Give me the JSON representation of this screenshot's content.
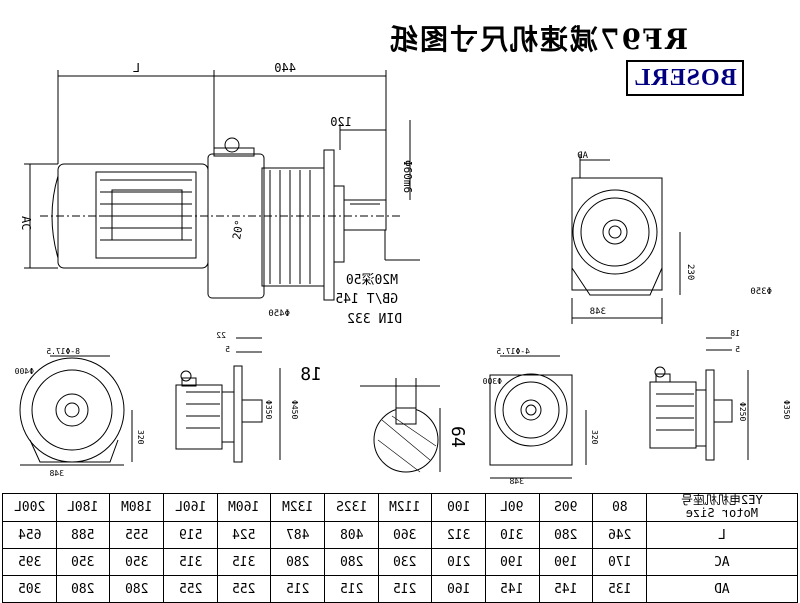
{
  "title": "RF97减速机尺寸图纸",
  "brand": "BOSERL",
  "dims": {
    "L": "L",
    "d440": "440",
    "d120": "120",
    "d60m6": "Φ60m6",
    "AC": "AC",
    "d20": "20°",
    "thread1": "M20深50",
    "thread2": "GB/T 145",
    "thread3": "DIN 332",
    "d450": "Φ450",
    "AD": "AD",
    "d230": "230",
    "d348": "348",
    "d350": "Φ350",
    "f1_bolts": "8-Φ17.5",
    "f1_dia": "Φ400",
    "f1_h": "320",
    "f1_w": "348",
    "f1_22": "22",
    "f1_5": "5",
    "f1_450": "Φ450",
    "f1_350": "Φ350",
    "key_w": "18",
    "key_h": "64",
    "f2_bolts": "4-Φ17.5",
    "f2_dia": "Φ300",
    "f2_h": "320",
    "f2_w": "348",
    "f2_18": "18",
    "f2_5": "5",
    "f2_350": "Φ350",
    "f2_250": "Φ250"
  },
  "table": {
    "header_cn": "YE2电机机座号",
    "header_en": "Motor Size",
    "sizes": [
      "80",
      "90S",
      "90L",
      "100",
      "112M",
      "132S",
      "132M",
      "160M",
      "160L",
      "180M",
      "180L",
      "200L"
    ],
    "rows": [
      {
        "label": "L",
        "values": [
          "246",
          "280",
          "310",
          "312",
          "360",
          "408",
          "487",
          "524",
          "519",
          "555",
          "588",
          "654"
        ]
      },
      {
        "label": "AC",
        "values": [
          "170",
          "190",
          "190",
          "210",
          "230",
          "280",
          "280",
          "315",
          "315",
          "350",
          "350",
          "395"
        ]
      },
      {
        "label": "AD",
        "values": [
          "135",
          "145",
          "145",
          "160",
          "215",
          "215",
          "215",
          "255",
          "255",
          "280",
          "280",
          "305"
        ]
      }
    ]
  }
}
